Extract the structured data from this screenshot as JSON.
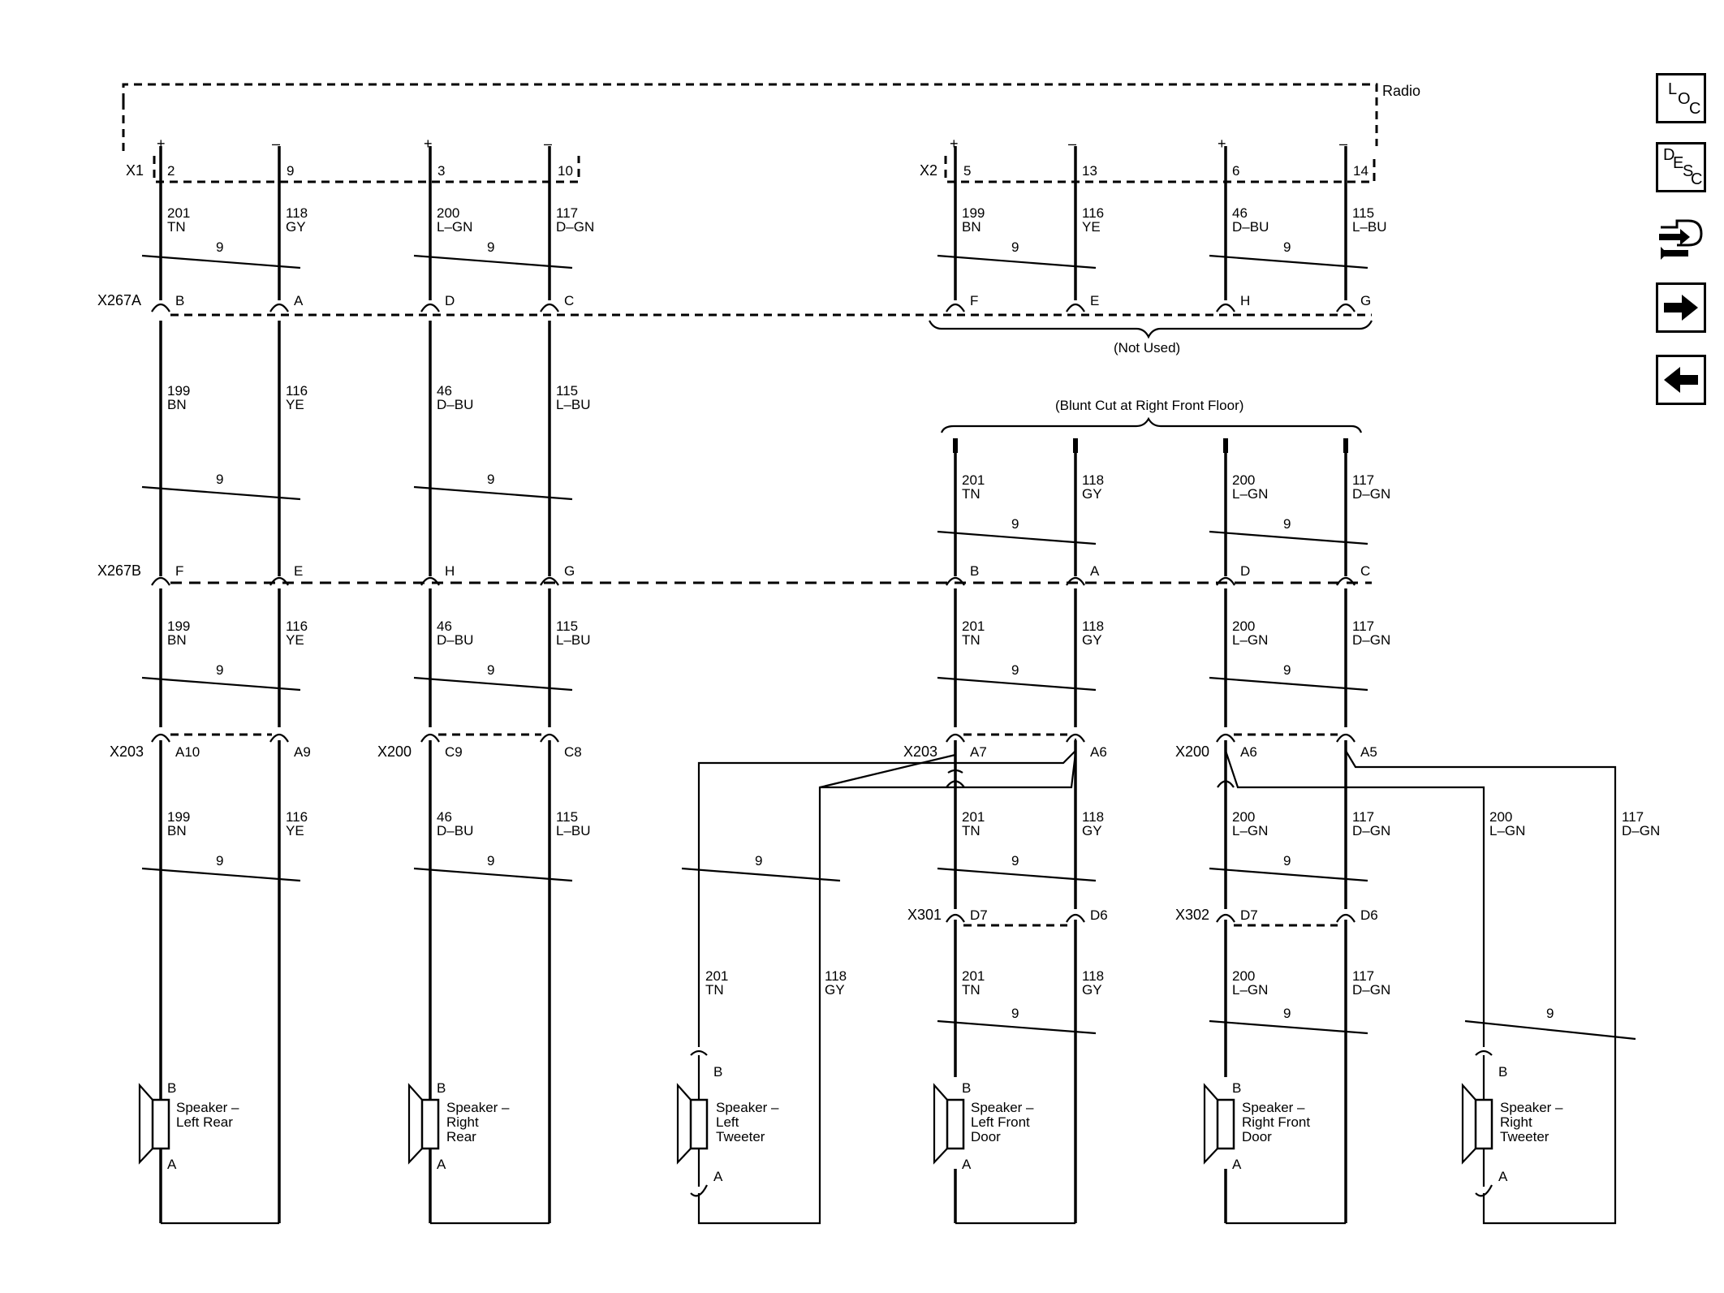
{
  "radio": {
    "label": "Radio",
    "plus": "+",
    "minus": "–"
  },
  "connectors": {
    "x1": "X1",
    "x2": "X2",
    "x267a": "X267A",
    "x267b": "X267B",
    "x203": "X203",
    "x200": "X200",
    "x301": "X301",
    "x302": "X302"
  },
  "radio_pins": {
    "x1": [
      "2",
      "9",
      "3",
      "10"
    ],
    "x2": [
      "5",
      "13",
      "6",
      "14"
    ]
  },
  "x267a_pins": {
    "left": [
      "B",
      "A",
      "D",
      "C"
    ],
    "right": [
      "F",
      "E",
      "H",
      "G"
    ]
  },
  "x267b_pins": {
    "left": [
      "F",
      "E",
      "H",
      "G"
    ],
    "right": [
      "B",
      "A",
      "D",
      "C"
    ]
  },
  "x203_x200_pins": {
    "left": [
      "A10",
      "A9",
      "C9",
      "C8"
    ],
    "right": [
      "A7",
      "A6",
      "A6",
      "A5"
    ]
  },
  "door_pins": [
    "D7",
    "D6",
    "D7",
    "D6"
  ],
  "twist": "9",
  "wires": {
    "w201tn": {
      "circuit": "201",
      "color": "TN"
    },
    "w118gy": {
      "circuit": "118",
      "color": "GY"
    },
    "w200lgn": {
      "circuit": "200",
      "color": "L–GN"
    },
    "w117dgn": {
      "circuit": "117",
      "color": "D–GN"
    },
    "w199bn": {
      "circuit": "199",
      "color": "BN"
    },
    "w116ye": {
      "circuit": "116",
      "color": "YE"
    },
    "w46dbu": {
      "circuit": "46",
      "color": "D–BU"
    },
    "w115lbu": {
      "circuit": "115",
      "color": "L–BU"
    }
  },
  "notes": {
    "not_used": "(Not Used)",
    "blunt_cut": "(Blunt Cut at Right Front Floor)"
  },
  "speaker_pins": {
    "b": "B",
    "a": "A"
  },
  "speakers": [
    {
      "l1": "Speaker –",
      "l2": "Left Rear",
      "l3": ""
    },
    {
      "l1": "Speaker –",
      "l2": "Right",
      "l3": "Rear"
    },
    {
      "l1": "Speaker –",
      "l2": "Left",
      "l3": "Tweeter"
    },
    {
      "l1": "Speaker –",
      "l2": "Left Front",
      "l3": "Door"
    },
    {
      "l1": "Speaker –",
      "l2": "Right Front",
      "l3": "Door"
    },
    {
      "l1": "Speaker –",
      "l2": "Right",
      "l3": "Tweeter"
    }
  ],
  "nav": {
    "loc": {
      "a": "L",
      "b": "O",
      "c": "C"
    },
    "desc": {
      "a": "D",
      "b": "E",
      "c": "S",
      "d": "C"
    }
  }
}
